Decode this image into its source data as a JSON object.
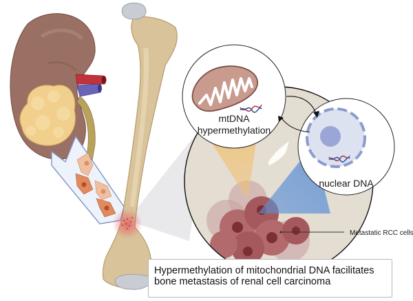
{
  "diagram": {
    "labels": {
      "mitochondria": [
        "mtDNA",
        "hypermethylation"
      ],
      "nucleus": "nuclear DNA",
      "metastatic_cells": "Metastatic RCC cells"
    },
    "caption": "Hypermethylation of mitochondrial DNA facilitates bone metastasis of renal cell carcinoma",
    "colors": {
      "kidney": "#9a7064",
      "tumor": "#f1cf8c",
      "artery": "#c0333a",
      "vein": "#6a63b8",
      "ureter": "#b9a25c",
      "bone": "#d9c39a",
      "cartilage": "#c9cdd3",
      "mitochondria": "#c99b8f",
      "nucleus_fill": "#dde2f1",
      "nucleus_border": "#8c9bcc",
      "metastasis_cells": "#a5595c",
      "yellow_beam": "#f0c070",
      "blue_beam": "#5a8fd6"
    }
  }
}
